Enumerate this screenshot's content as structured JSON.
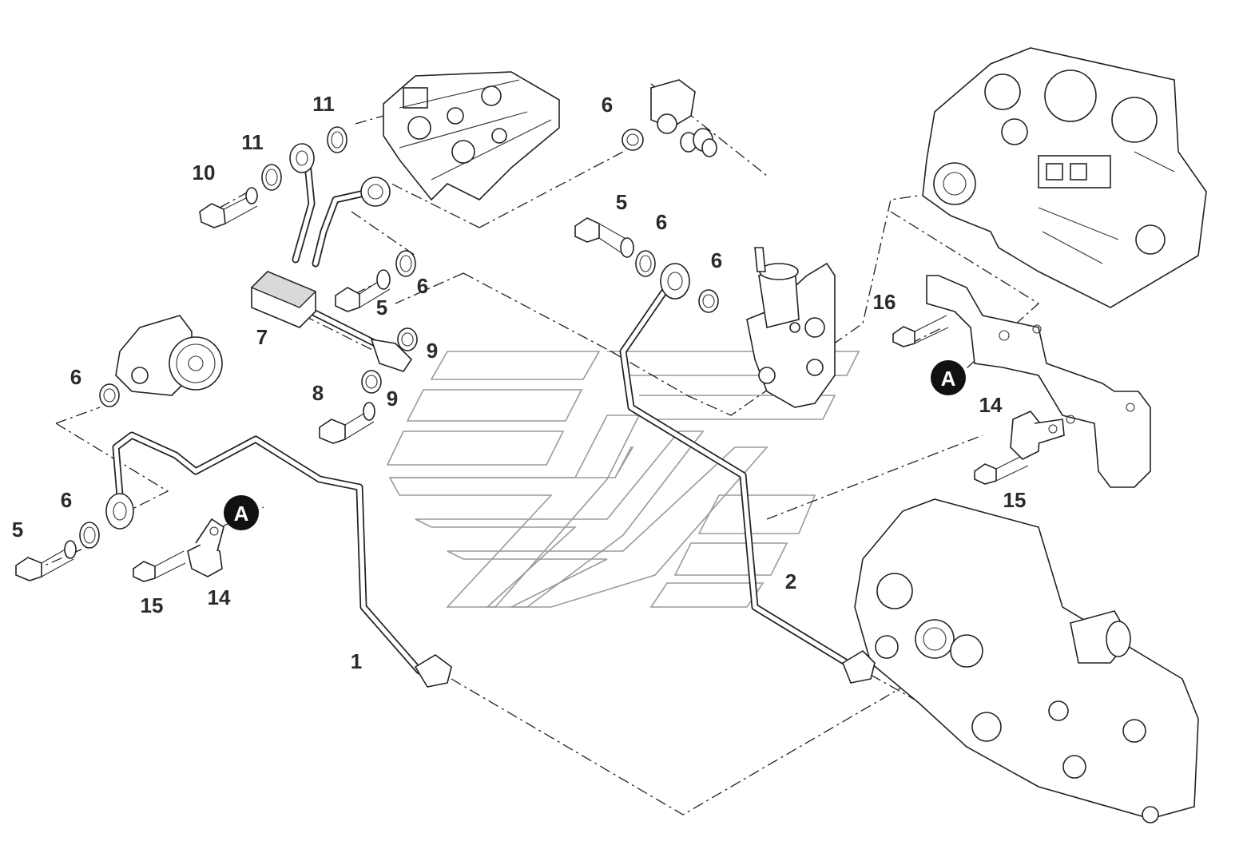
{
  "diagram": {
    "callouts": [
      {
        "id": "c1",
        "text": "1"
      },
      {
        "id": "c2",
        "text": "2"
      },
      {
        "id": "c5a",
        "text": "5"
      },
      {
        "id": "c5b",
        "text": "5"
      },
      {
        "id": "c5c",
        "text": "5"
      },
      {
        "id": "c6a",
        "text": "6"
      },
      {
        "id": "c6b",
        "text": "6"
      },
      {
        "id": "c6c",
        "text": "6"
      },
      {
        "id": "c6d",
        "text": "6"
      },
      {
        "id": "c6e",
        "text": "6"
      },
      {
        "id": "c6f",
        "text": "6"
      },
      {
        "id": "c7",
        "text": "7"
      },
      {
        "id": "c8",
        "text": "8"
      },
      {
        "id": "c9a",
        "text": "9"
      },
      {
        "id": "c9b",
        "text": "9"
      },
      {
        "id": "c10",
        "text": "10"
      },
      {
        "id": "c11a",
        "text": "11"
      },
      {
        "id": "c11b",
        "text": "11"
      },
      {
        "id": "c14a",
        "text": "14"
      },
      {
        "id": "c14b",
        "text": "14"
      },
      {
        "id": "c15a",
        "text": "15"
      },
      {
        "id": "c15b",
        "text": "15"
      },
      {
        "id": "c16",
        "text": "16"
      }
    ],
    "markers": [
      {
        "id": "mA1",
        "text": "A"
      },
      {
        "id": "mA2",
        "text": "A"
      }
    ]
  }
}
